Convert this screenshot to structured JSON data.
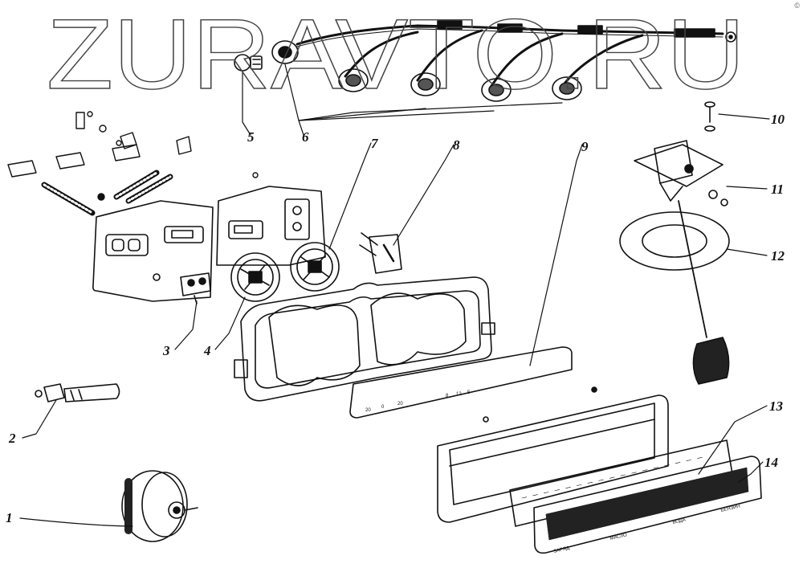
{
  "watermark": "ZURAVTO.RU",
  "corner_mark": "©",
  "callouts": [
    {
      "id": "1",
      "part": "sender-1"
    },
    {
      "id": "2",
      "part": "sensor-2"
    },
    {
      "id": "3",
      "part": "bracket-3"
    },
    {
      "id": "4",
      "part": "gauge-4"
    },
    {
      "id": "5",
      "part": "bulb-5"
    },
    {
      "id": "6",
      "part": "sockets-6"
    },
    {
      "id": "7",
      "part": "gauge-7"
    },
    {
      "id": "8",
      "part": "gauge-8"
    },
    {
      "id": "9",
      "part": "scale-plate-9"
    },
    {
      "id": "10",
      "part": "screw-10"
    },
    {
      "id": "11",
      "part": "fuel-sender-11"
    },
    {
      "id": "12",
      "part": "gasket-12"
    },
    {
      "id": "13",
      "part": "glass-13"
    },
    {
      "id": "14",
      "part": "bezel-14"
    }
  ],
  "bezel_labels": [
    "ЗАРЯД",
    "МАСЛО",
    "ВОДА",
    "БЕНЗИН"
  ],
  "scale_marks": [
    "20",
    "0",
    "20",
    "8",
    "12",
    "5"
  ]
}
